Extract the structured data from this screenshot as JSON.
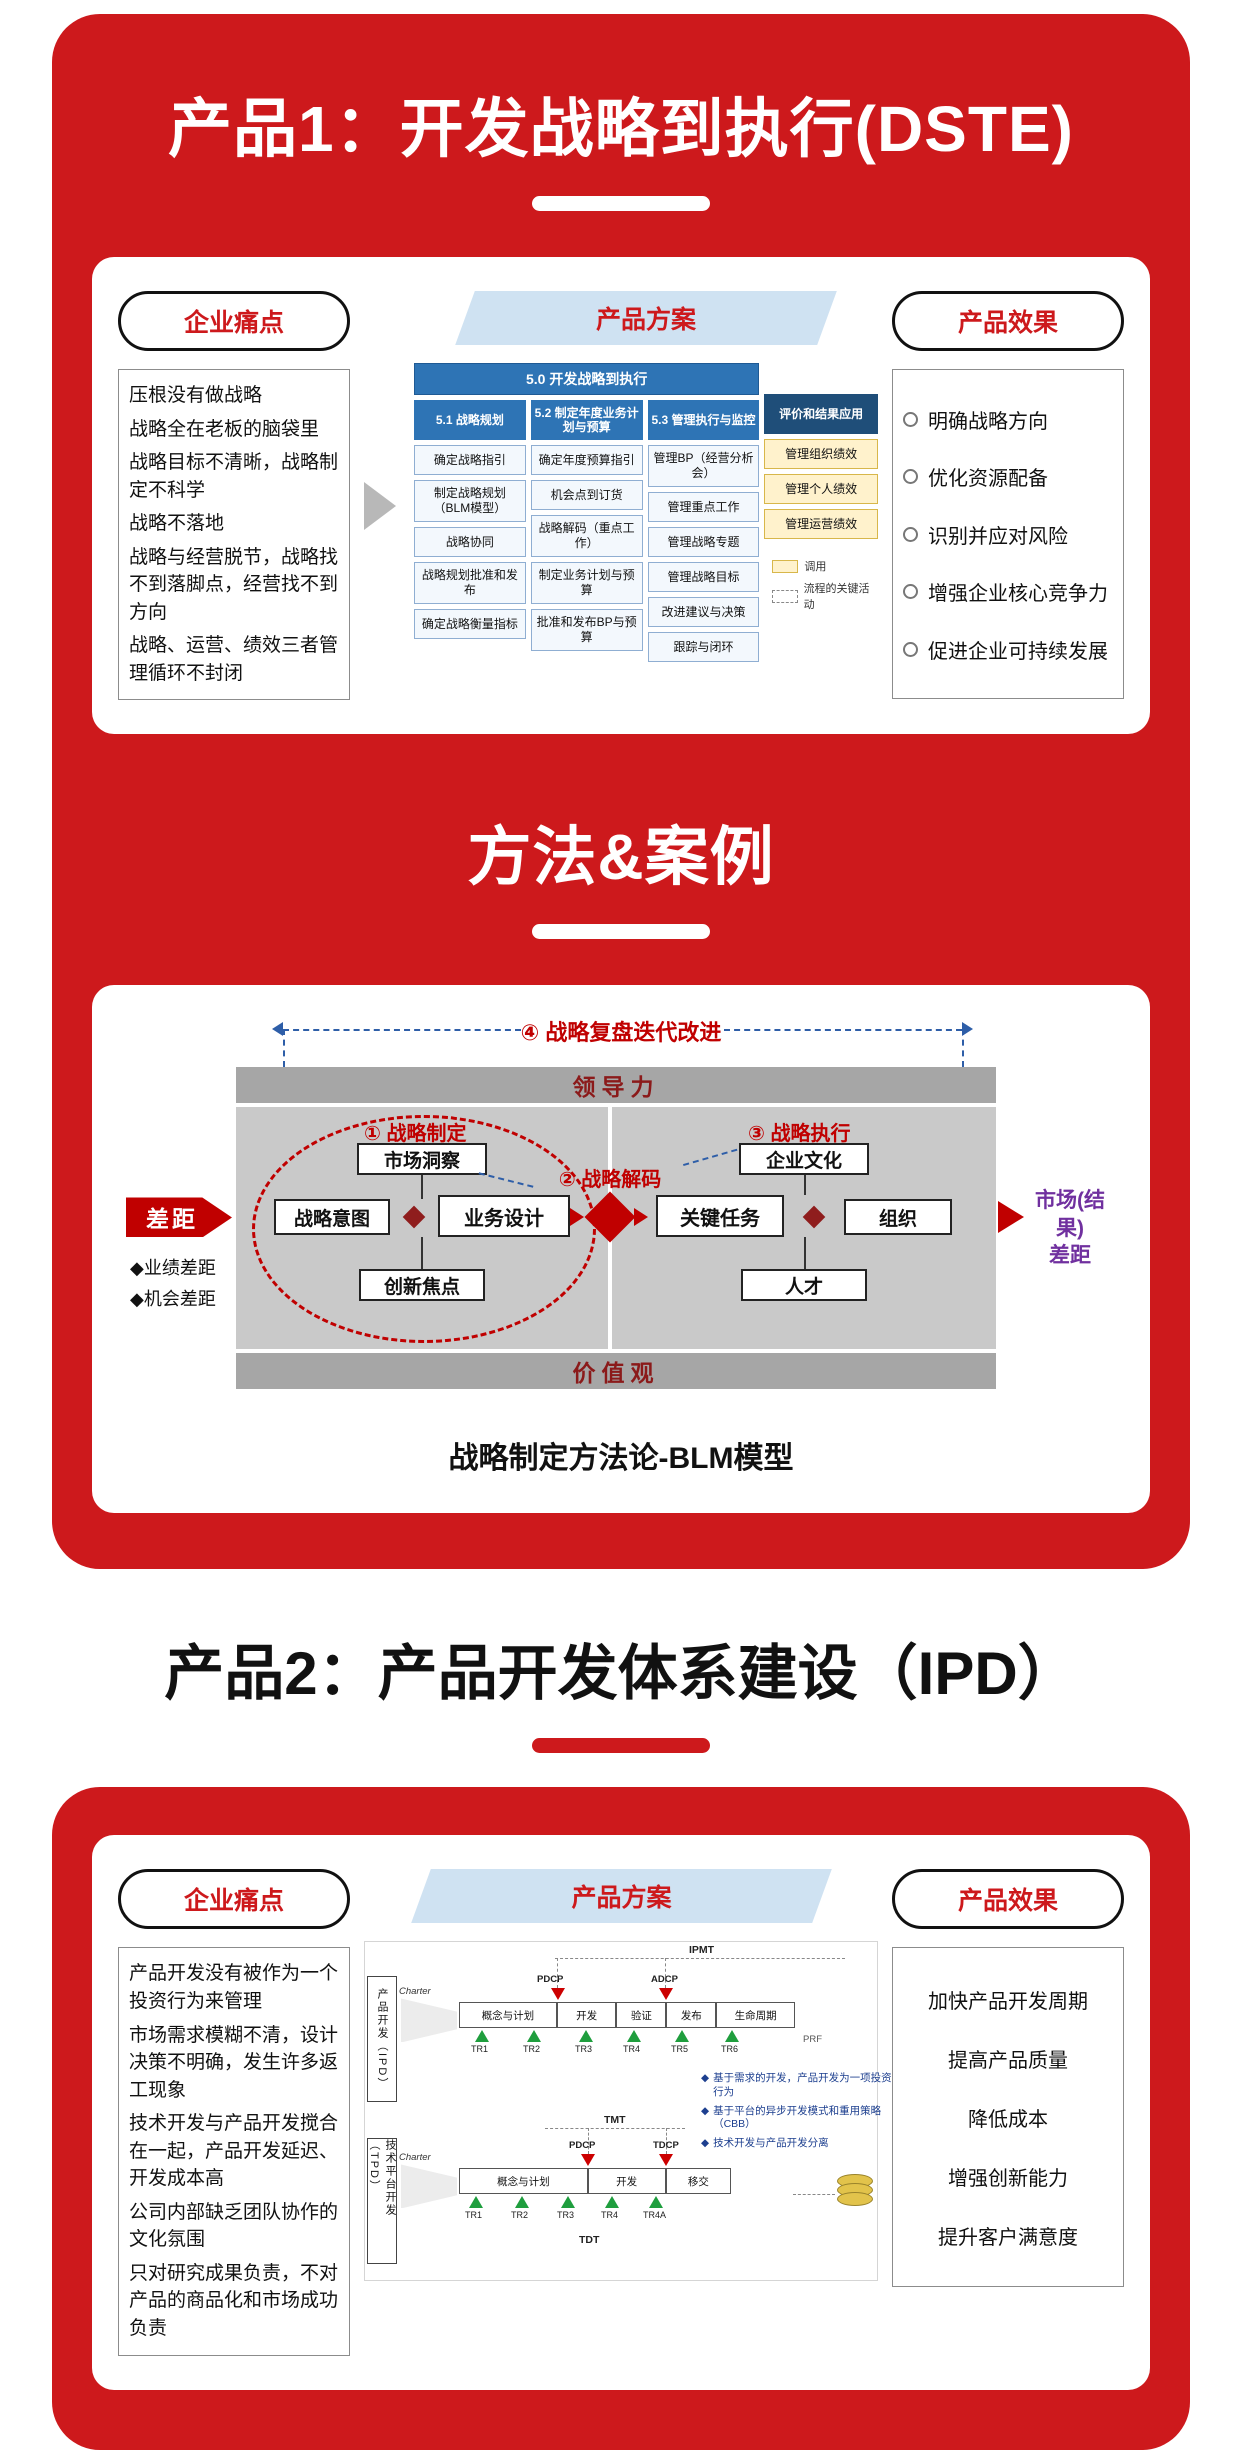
{
  "colors": {
    "brand_red": "#cd191c",
    "accent_red": "#c00000",
    "diagram_blue": "#2e74b5",
    "eval_header_blue": "#1f4e79",
    "eval_item_yellow": "#fff2cc",
    "panel_gray": "#c9c9c9",
    "bar_gray": "#a6a6a6",
    "result_purple": "#70309f",
    "note_blue": "#1d3f8f",
    "solution_header_bg": "#cfe2f2"
  },
  "section_dste": {
    "title": "产品1：开发战略到执行(DSTE)",
    "pain": {
      "header": "企业痛点",
      "items": [
        "压根没有做战略",
        "战略全在老板的脑袋里",
        "战略目标不清晰，战略制定不科学",
        "战略不落地",
        "战略与经营脱节，战略找不到落脚点，经营找不到方向",
        "战略、运营、绩效三者管理循环不封闭"
      ]
    },
    "solution": {
      "header": "产品方案",
      "diagram": {
        "top_bar": "5.0 开发战略到执行",
        "columns": [
          {
            "header": "5.1 战略规划",
            "items": [
              "确定战略指引",
              "制定战略规划（BLM模型）",
              "战略协同",
              "战略规划批准和发布",
              "确定战略衡量指标"
            ]
          },
          {
            "header": "5.2 制定年度业务计划与预算",
            "items": [
              "确定年度预算指引",
              "机会点到订货",
              "战略解码（重点工作）",
              "制定业务计划与预算",
              "批准和发布BP与预算"
            ]
          },
          {
            "header": "5.3 管理执行与监控",
            "items": [
              "管理BP（经营分析会）",
              "管理重点工作",
              "管理战略专题",
              "管理战略目标",
              "改进建议与决策",
              "跟踪与闭环"
            ]
          },
          {
            "header": "评价和结果应用",
            "items": [
              "管理组织绩效",
              "管理个人绩效",
              "管理运营绩效"
            ]
          }
        ],
        "legend": [
          {
            "label": "调用"
          },
          {
            "label": "流程的关键活动"
          }
        ]
      }
    },
    "effect": {
      "header": "产品效果",
      "items": [
        "明确战略方向",
        "优化资源配备",
        "识别并应对风险",
        "增强企业核心竞争力",
        "促进企业可持续发展"
      ]
    }
  },
  "section_method": {
    "title": "方法&案例",
    "blm": {
      "top_label": "④ 战略复盘迭代改进",
      "leadership": "领导力",
      "values_bar": "价值观",
      "left_group": {
        "label": "① 战略制定",
        "top": "市场洞察",
        "left": "战略意图",
        "right": "业务设计",
        "bottom": "创新焦点"
      },
      "decode_label": "② 战略解码",
      "right_group": {
        "label": "③ 战略执行",
        "top": "企业文化",
        "left": "关键任务",
        "right": "组织",
        "bottom": "人才"
      },
      "gap_arrow": "差距",
      "gap_items": [
        "◆业绩差距",
        "◆机会差距"
      ],
      "result_lines": [
        "市场(结果)",
        "差距"
      ],
      "caption": "战略制定方法论-BLM模型"
    }
  },
  "section_ipd": {
    "title": "产品2：产品开发体系建设（IPD）",
    "pain": {
      "header": "企业痛点",
      "items": [
        "产品开发没有被作为一个投资行为来管理",
        "市场需求模糊不清，设计决策不明确，发生许多返工现象",
        "技术开发与产品开发搅合在一起，产品开发延迟、开发成本高",
        "公司内部缺乏团队协作的文化氛围",
        "只对研究成果负责，不对产品的商品化和市场成功负责"
      ]
    },
    "solution": {
      "header": "产品方案",
      "diagram": {
        "ipd_vertical_label": "产品开发（IPD）",
        "tpd_vertical_label": "技术平台开发（TPD）",
        "ipmt_label": "IPMT",
        "tmt_label": "TMT",
        "tdt_label": "TDT",
        "prf_label": "PRF",
        "charter_label": "Charter",
        "ipd_phases": [
          "概念与计划",
          "开发",
          "验证",
          "发布",
          "生命周期"
        ],
        "ipd_milestones": [
          "PDCP",
          "ADCP"
        ],
        "ipd_trs": [
          "TR1",
          "TR2",
          "TR3",
          "TR4",
          "TR5",
          "TR6"
        ],
        "tpd_phases": [
          "概念与计划",
          "开发",
          "移交"
        ],
        "tpd_milestones": [
          "PDCP",
          "TDCP"
        ],
        "tpd_trs": [
          "TR1",
          "TR2",
          "TR3",
          "TR4",
          "TR4A"
        ],
        "notes": [
          "基于需求的开发，产品开发为一项投资行为",
          "基于平台的异步开发模式和重用策略（CBB）",
          "技术开发与产品开发分离"
        ]
      }
    },
    "effect": {
      "header": "产品效果",
      "items": [
        "加快产品开发周期",
        "提高产品质量",
        "降低成本",
        "增强创新能力",
        "提升客户满意度"
      ]
    }
  }
}
